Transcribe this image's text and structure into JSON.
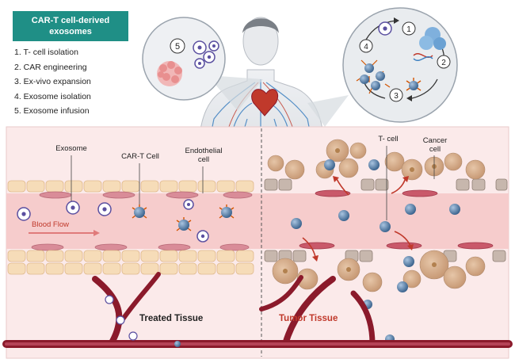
{
  "title": "CAR-T cell-derived exosomes",
  "steps": [
    "1.  T- cell isolation",
    "2.  CAR engineering",
    "3.  Ex-vivo expansion",
    "4.  Exosome isolation",
    "5.  Exosome infusion"
  ],
  "labels": {
    "exosome": "Exosome",
    "car_t_cell": "CAR-T Cell",
    "endothelial": "Endothelial cell",
    "blood_flow": "Blood Flow",
    "t_cell": "T- cell",
    "cancer_cell": "Cancer cell",
    "treated_tissue": "Treated Tissue",
    "tumor_tissue": "Tumor Tissue"
  },
  "cycle_numbers": [
    "1",
    "2",
    "3",
    "4"
  ],
  "infusion_number": "5",
  "colors": {
    "accent": "#1f8f86",
    "vessel": "#8b1a2b",
    "tumor": "#c0392b",
    "exosome": "#5a4fa0",
    "t_cell": "#5b7fa6"
  }
}
